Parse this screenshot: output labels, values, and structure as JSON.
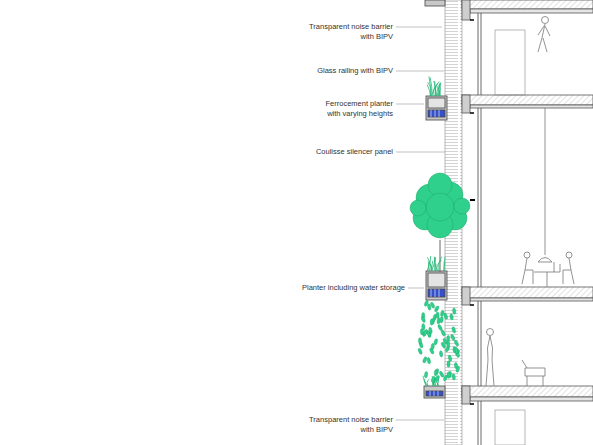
{
  "diagram": {
    "labels": [
      "Transparent noise barrier with BIPV",
      "Glass railing with BIPV",
      "Ferrocement planter with varying heights",
      "Coulisse silencer panel",
      "Planter including water storage",
      "Transparent noise barrier with BIPV"
    ]
  }
}
